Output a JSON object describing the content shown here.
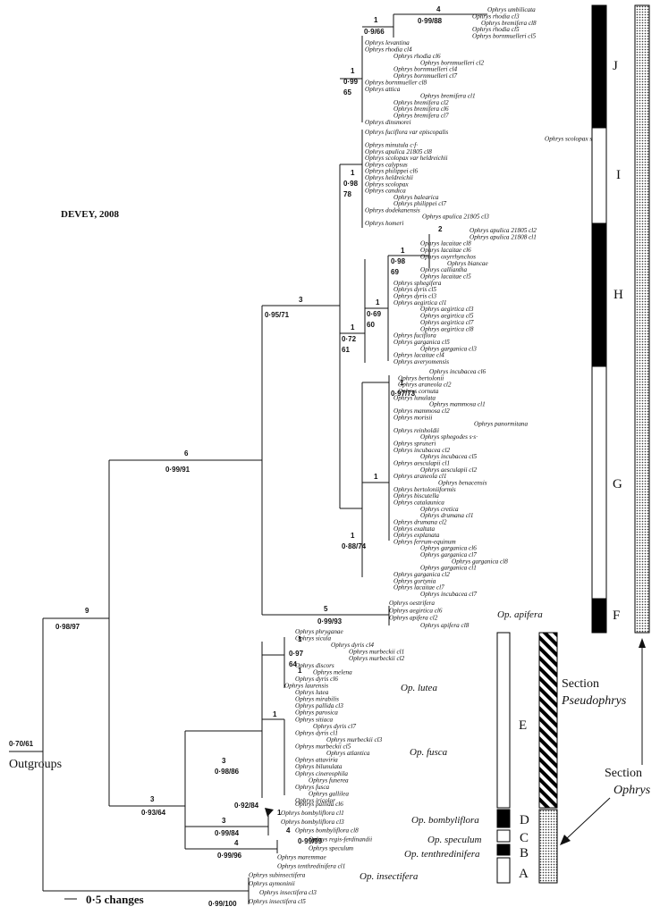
{
  "title": "DEVEY, 2008",
  "outgroups_label": "Outgroups",
  "scale_label": "0·5 changes",
  "clade_letters": [
    "J",
    "I",
    "H",
    "G",
    "F",
    "E",
    "D",
    "C",
    "B",
    "A"
  ],
  "section_pseudophrys": {
    "line1": "Section",
    "line2": "Pseudophrys"
  },
  "section_ophrys": {
    "line1": "Section",
    "line2": "Ophrys"
  },
  "group_labels": {
    "apifera": "Op. apifera",
    "lutea": "Op. lutea",
    "fusca": "Op. fusca",
    "bombyliflora": "Op. bombyliflora",
    "speculum": "Op. speculum",
    "tenthredinifera": "Op. tenthredinifera",
    "insectifera": "Op. insectifera"
  },
  "node_labels": {
    "root": "0·70/61",
    "n9_above": "9",
    "n9_below": "0·98/97",
    "n6_above": "6",
    "n6_below": "0·99/91",
    "n3a_above": "3",
    "n3a_below": "0·95/71",
    "n5_above": "5",
    "n5_below": "0·99/93",
    "nJ_a": "1",
    "nJ_b": "0·9/66",
    "nJ4": "4",
    "nJ4b": "0·99/88",
    "nJ1": "1",
    "nJ2": "0·99",
    "nJ3": "65",
    "nI1": "1",
    "nI2": "0·98",
    "nI3": "78",
    "nH0a": "2",
    "nH1": "1",
    "nH2": "0·98",
    "nH3": "69",
    "nH4": "1",
    "nH5": "0·69",
    "nH6": "60",
    "nH7": "1",
    "nH8": "0·72",
    "nH9": "61",
    "nG1": "1",
    "nG2": "0·97/73",
    "nG3": "1",
    "nG4": "1",
    "nG5": "0·88/74",
    "nE1": "1",
    "nE2": "0·97",
    "nE3": "64",
    "nE4": "1",
    "nE5": "1",
    "nE6": "3",
    "nE7": "0·98/86",
    "nP1": "3",
    "nP2": "0·93/64",
    "nD1": "0·92/84",
    "nD2": "1",
    "nD3": "4",
    "nD4": "3",
    "nD5": "0·99/84",
    "nD6": "0·99/99",
    "nB1": "4",
    "nB2": "0·99/96",
    "nA1": "0·99/100"
  },
  "leaves_J": [
    "Ophrys umbilicata",
    "Ophrys rhodia cl3",
    "Ophrys bremifera cl8",
    "Ophrys rhodia cl5",
    "Ophrys bornmuelleri cl5",
    "Ophrys levantina",
    "Ophrys rhodia cl4",
    "Ophrys rhodia cl6",
    "Ophrys bornmuelleri cl2",
    "Ophrys bornmuelleri cl4",
    "Ophrys bornmuelleri cl7",
    "Ophrys bornmueller cl8",
    "Ophrys attica",
    "Ophrys bremifera cl1",
    "Ophrys bremifera cl2",
    "Ophrys bremifera cl6",
    "Ophrys bremifera cl7",
    "Ophrys dinsmorei"
  ],
  "leaves_I": [
    "Ophrys fuciflora var episcopalis",
    "Ophrys scolopax s·l·",
    "Ophrys minutula c·f·",
    "Ophrys apulica 21805 cl8",
    "Ophrys scolopax var heldreichii",
    "Ophrys calypsus",
    "Ophrys philippei cl6",
    "Ophrys heldreichii",
    "Ophrys scolopax",
    "Ophrys candica",
    "Ophrys balearica",
    "Ophrys philippei cl7",
    "Ophrys dodekanensis",
    "Ophrys apulica 21805 cl3",
    "Ophrys homeri"
  ],
  "leaves_H": [
    "Ophrys apulica 21805 cl2",
    "Ophrys apulica 21808 cl1",
    "Ophrys lacaitae cl8",
    "Ophrys lacaitae cl6",
    "Ophrys oxyrrhynchos",
    "Ophrys biancae",
    "Ophrys calliantha",
    "Ophrys lacaitae cl5",
    "Ophrys sphegifera",
    "Ophrys dyris cl5",
    "Ophrys dyris cl3",
    "Ophrys aegirtica cl1",
    "Ophrys aegirtica cl3",
    "Ophrys aegirtica cl5",
    "Ophrys aegirtica cl7",
    "Ophrys aegirtica cl8",
    "Ophrys fuciflora",
    "Ophrys garganica cl5",
    "Ophrys garganica cl3",
    "Ophrys lacaitae cl4",
    "Ophrys averyomensis"
  ],
  "leaves_G": [
    "Ophrys incubacea cl6",
    "Ophrys bertolonii",
    "Ophrys araneola cl2",
    "Ophrys cornuta",
    "Ophrys lunulata",
    "Ophrys mammosa cl1",
    "Ophrys mammosa cl2",
    "Ophrys morisii",
    "Ophrys panormitana",
    "Ophrys reinholdii",
    "Ophrys sphegodes s·s·",
    "Ophrys spruneri",
    "Ophrys incubacea cl2",
    "Ophrys incubacea cl5",
    "Ophrys aesculapii cl1",
    "Ophrys aesculapii cl2",
    "Ophrys araneola cl1",
    "Ophrys benacensis",
    "Ophrys bertoloniiformis",
    "Ophrys biscutella",
    "Ophrys catalaunica",
    "Ophrys cretica",
    "Ophrys drumana cl1",
    "Ophrys drumana cl2",
    "Ophrys exaltata",
    "Ophrys explanata",
    "Ophrys ferrum-equinum",
    "Ophrys garganica cl6",
    "Ophrys garganica cl7",
    "Ophrys garganica cl8",
    "Ophrys garganica cl1",
    "Ophrys garganica cl2",
    "Ophrys gortynia",
    "Ophrys lacaitae cl7",
    "Ophrys incubacea cl7"
  ],
  "leaves_F": [
    "Ophrys oestrifera",
    "Ophrys aegirtica cl6",
    "Ophrys apifera cl2",
    "Ophrys apifera cl8"
  ],
  "leaves_E": [
    "Ophrys phryganae",
    "Ophrys sicula",
    "Ophrys dyris cl4",
    "Ophrys murbeckii cl1",
    "Ophrys murbeckii cl2",
    "Ophrys discors",
    "Ophrys melena",
    "Ophrys dyris cl6",
    "Ophrys laurensis",
    "Ophrys lutea",
    "Ophrys mirabilis",
    "Ophrys pallida cl3",
    "Ophrys parosica",
    "Ophrys sitiaca",
    "Ophrys dyris cl7",
    "Ophrys dyris cl1",
    "Ophrys murbeckii cl3",
    "Ophrys murbeckii cl5",
    "Ophrys atlantica",
    "Ophrys attaviria",
    "Ophrys bilunulata",
    "Ophrys cinereophila",
    "Ophrys funerea",
    "Ophrys fusca",
    "Ophrys gallilea",
    "Ophrys iricolor"
  ],
  "leaves_DCBA": [
    "Ophrys pallida cl6",
    "Ophrys bombyliflora cl1",
    "Ophrys bombyliflora cl3",
    "Ophrys bombyliflora cl8",
    "Ophrys regis-ferdinandii",
    "Ophrys speculum",
    "Ophrys maremmae",
    "Ophrys tenthredinifera cl1",
    "Ophrys subinsectifera",
    "Ophrys aymoninii",
    "Ophrys insectifera cl3",
    "Ophrys insectifera cl5"
  ]
}
